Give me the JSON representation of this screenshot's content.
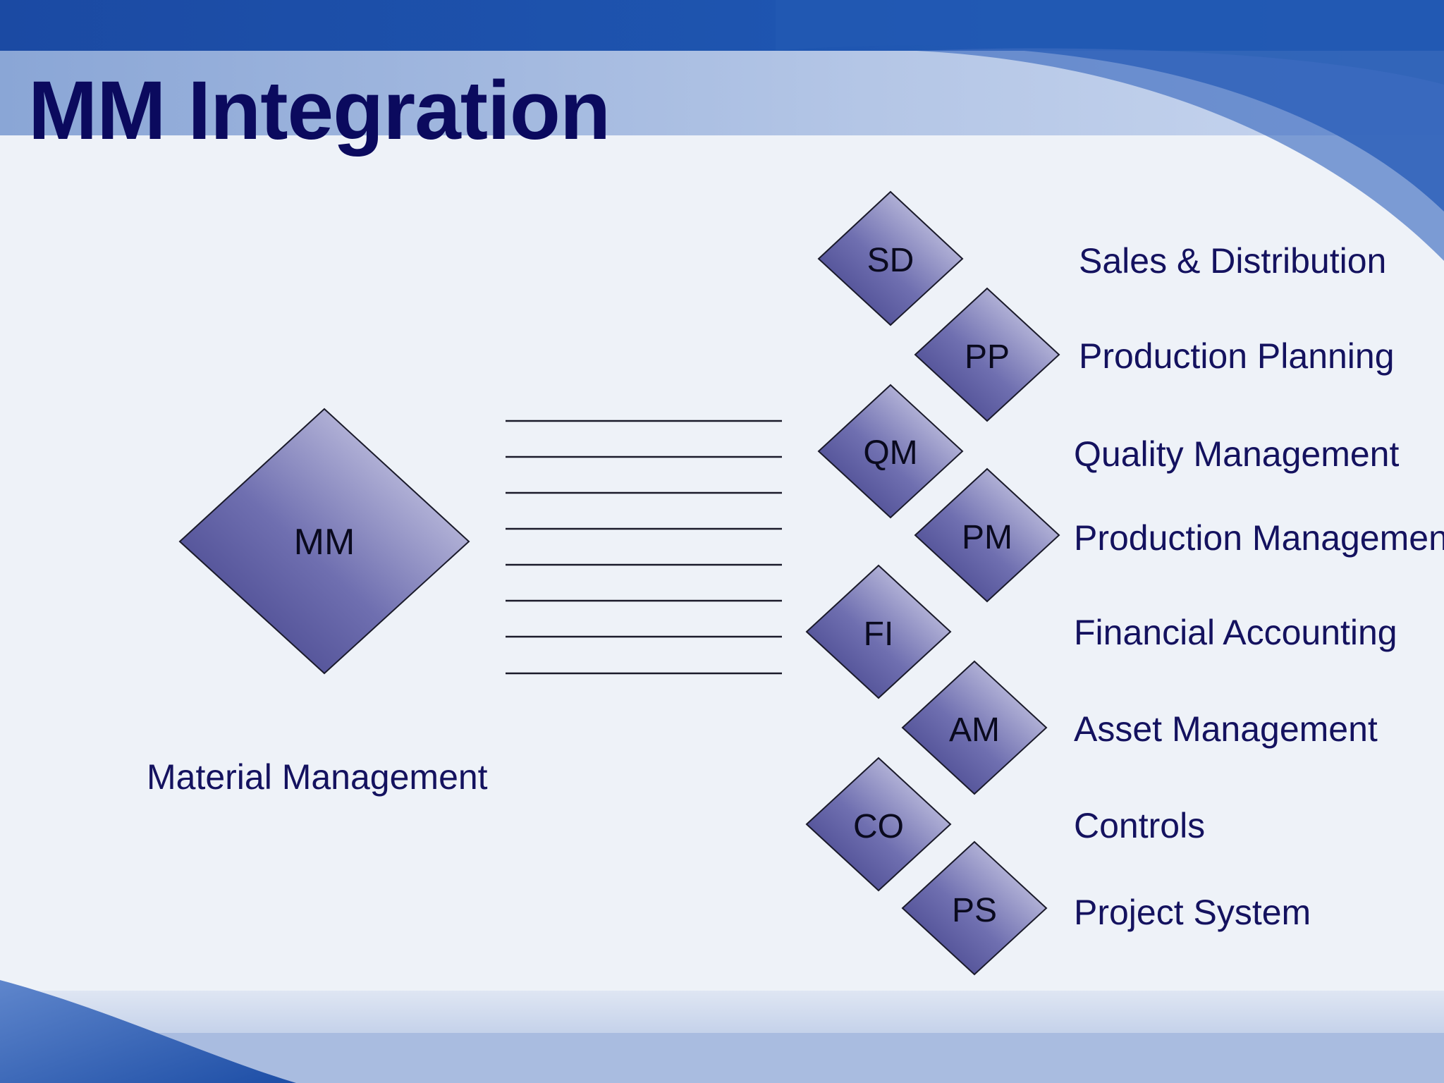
{
  "slide": {
    "title": "MM Integration"
  },
  "center_module": {
    "code": "MM",
    "caption": "Material Management"
  },
  "modules": [
    {
      "code": "SD",
      "name": "Sales & Distribution"
    },
    {
      "code": "PP",
      "name": "Production Planning"
    },
    {
      "code": "QM",
      "name": "Quality Management"
    },
    {
      "code": "PM",
      "name": "Production Management"
    },
    {
      "code": "FI",
      "name": "Financial Accounting"
    },
    {
      "code": "AM",
      "name": "Asset Management"
    },
    {
      "code": "CO",
      "name": "Controls"
    },
    {
      "code": "PS",
      "name": "Project System"
    }
  ],
  "colors": {
    "title": "#0b0a5e",
    "text": "#14125f",
    "diamond_dark": "#3c3a85",
    "diamond_light": "#dcdcf0",
    "banner_blue": "#1f4fa8"
  }
}
